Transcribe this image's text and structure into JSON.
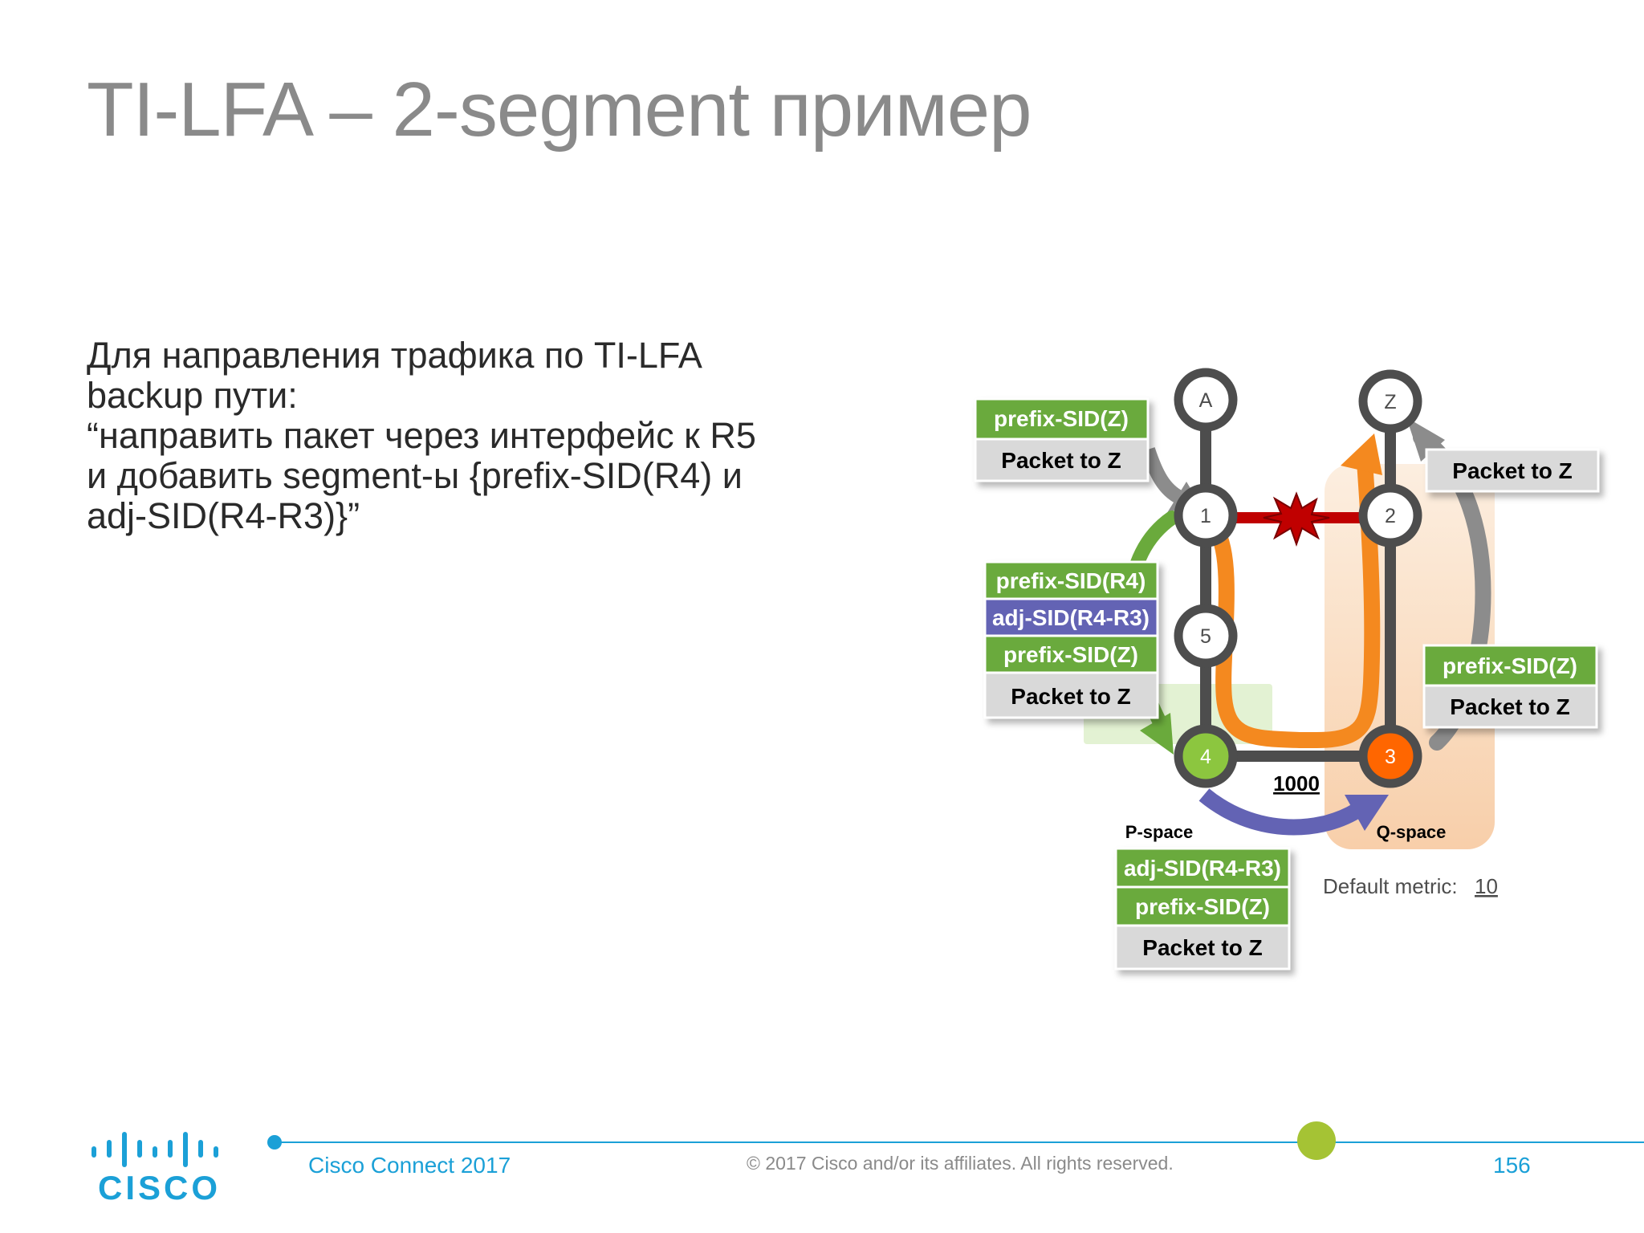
{
  "title": "TI-LFA – 2-segment пример",
  "body_lines": [
    "Для направления трафика по TI-LFA",
    "backup пути:",
    "“направить пакет через интерфейс к R5",
    "и добавить segment-ы {prefix-SID(R4) и",
    "adj-SID(R4-R3)}”"
  ],
  "nodes": {
    "a": "A",
    "z": "Z",
    "n1": "1",
    "n2": "2",
    "n5": "5",
    "n4": "4",
    "n3": "3"
  },
  "labels": {
    "prefix_sid_z": "prefix-SID(Z)",
    "packet_to_z": "Packet to Z",
    "prefix_sid_r4": "prefix-SID(R4)",
    "adj_sid_r4_r3": "adj-SID(R4-R3)",
    "metric_1000": "1000",
    "p_space": "P-space",
    "q_space": "Q-space",
    "default_metric_label": "Default metric:",
    "default_metric_value": "10"
  },
  "colors": {
    "green": "#6aaa3c",
    "purple": "#6363b4",
    "gray_box": "#d9d9d9",
    "orange": "#f4891f",
    "red_link": "#c00000",
    "node3": "#ff6600",
    "node4": "#8cc63f",
    "accent_blue": "#1ba0d7",
    "accent_green": "#a5c334"
  },
  "footer": {
    "event": "Cisco Connect 2017",
    "copyright": "© 2017  Cisco and/or its affiliates. All rights reserved.",
    "page": "156",
    "logo_text": "CISCO"
  }
}
